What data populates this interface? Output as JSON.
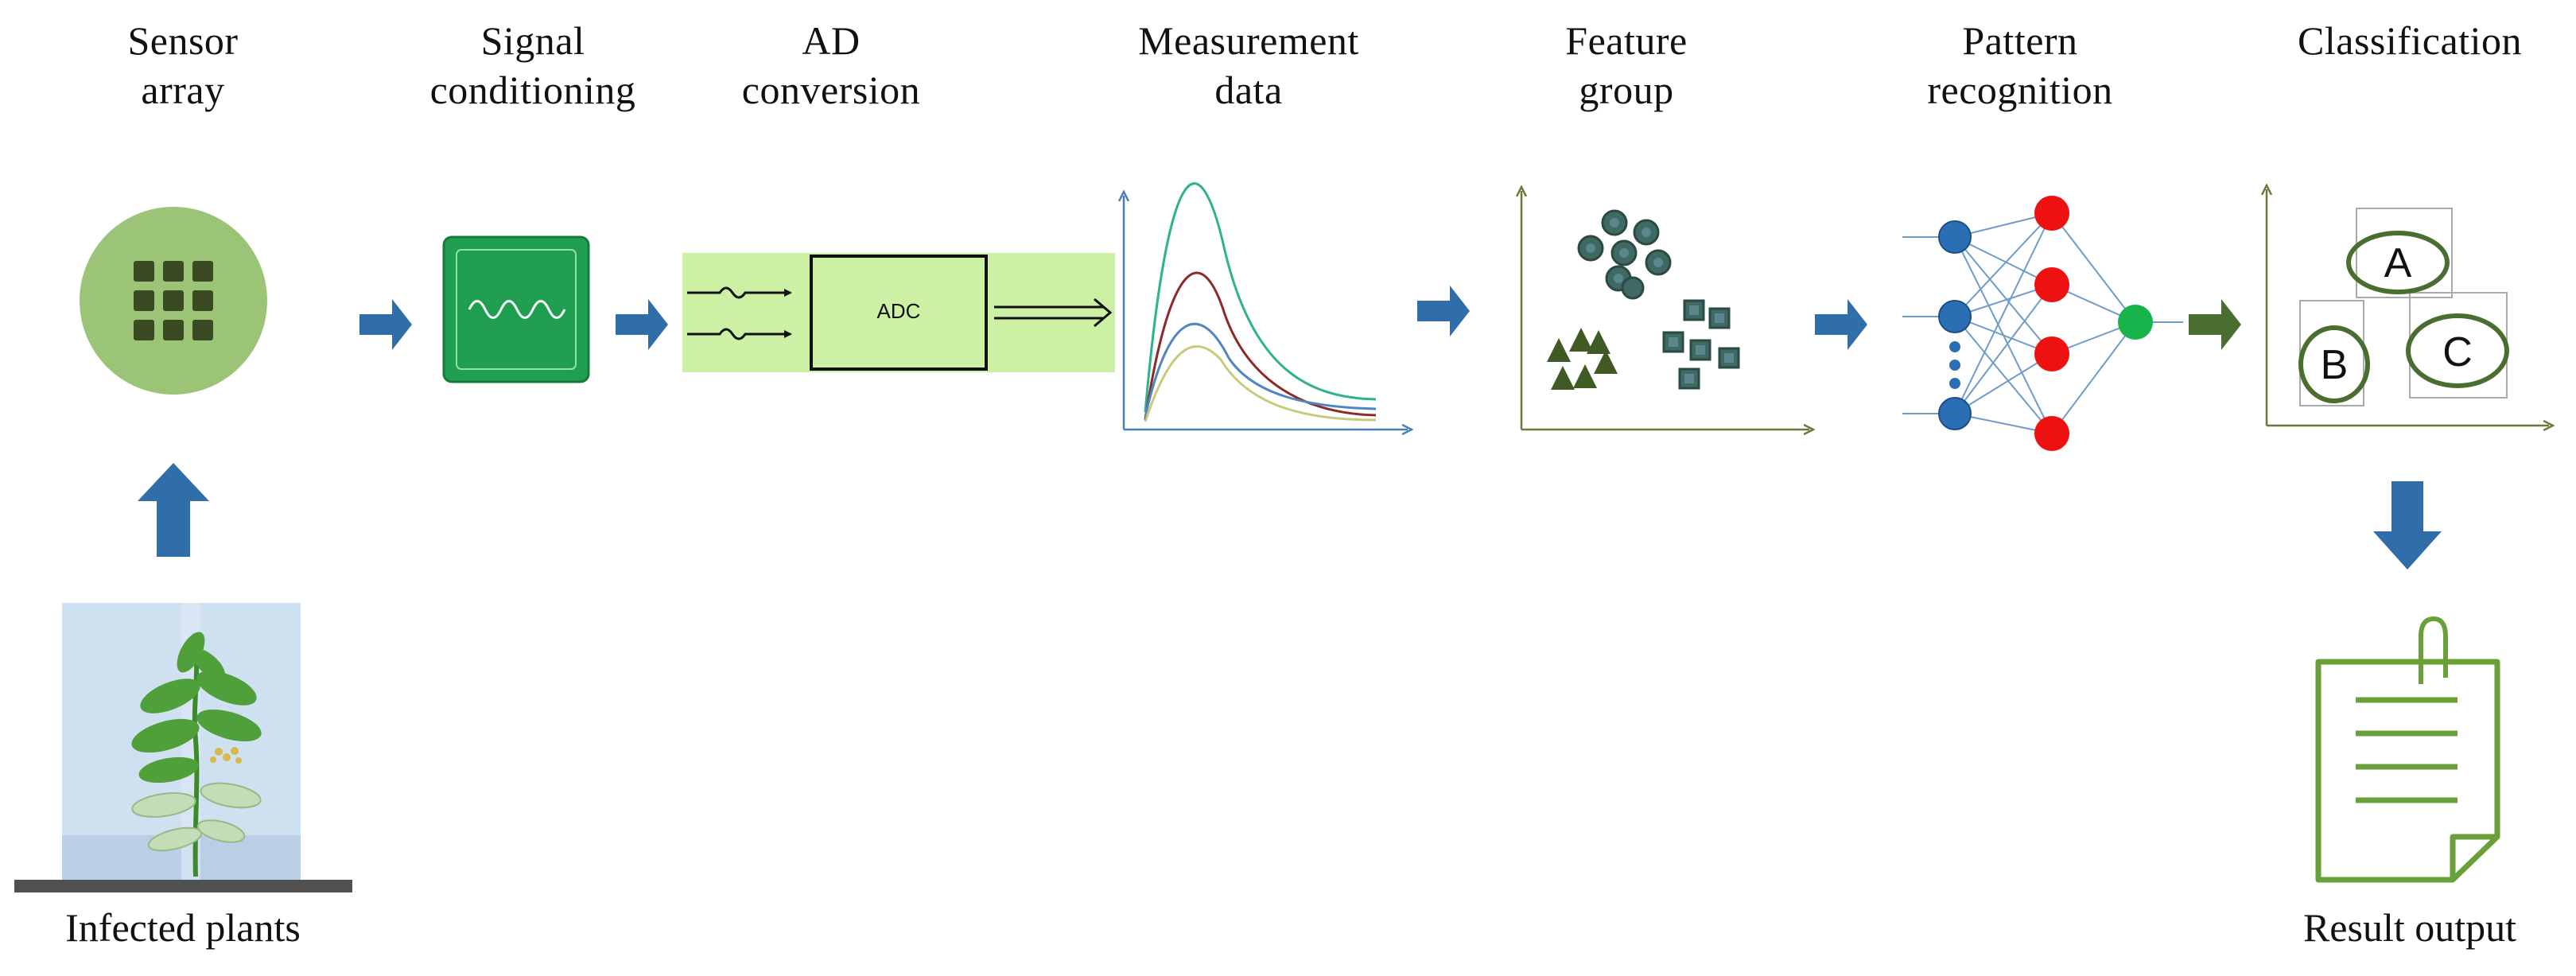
{
  "stages": [
    {
      "id": "sensor-array",
      "label_line1": "Sensor",
      "label_line2": "array"
    },
    {
      "id": "signal-conditioning",
      "label_line1": "Signal",
      "label_line2": "conditioning"
    },
    {
      "id": "ad-conversion",
      "label_line1": "AD",
      "label_line2": "conversion"
    },
    {
      "id": "measurement-data",
      "label_line1": "Measurement",
      "label_line2": "data"
    },
    {
      "id": "feature-group",
      "label_line1": "Feature",
      "label_line2": "group"
    },
    {
      "id": "pattern-recognition",
      "label_line1": "Pattern",
      "label_line2": "recognition"
    },
    {
      "id": "classification",
      "label_line1": "Classification",
      "label_line2": ""
    }
  ],
  "adc_label": "ADC",
  "classes": [
    "A",
    "B",
    "C"
  ],
  "input_label": "Infected plants",
  "output_label": "Result output",
  "colors": {
    "arrow_blue": "#2f6ea9",
    "arrow_green": "#4a6e2f",
    "sensor_green": "#9cc477",
    "chip_dark": "#3a4a22",
    "conditioning_green": "#1f9f4f",
    "adc_panel": "#ccf0a4",
    "axis_olive": "#6b7a3a",
    "cluster_fill": "#3f6a63",
    "node_blue": "#2a6fb3",
    "node_red": "#ee1111",
    "node_green": "#19b34b",
    "document_green": "#6aa03a"
  }
}
